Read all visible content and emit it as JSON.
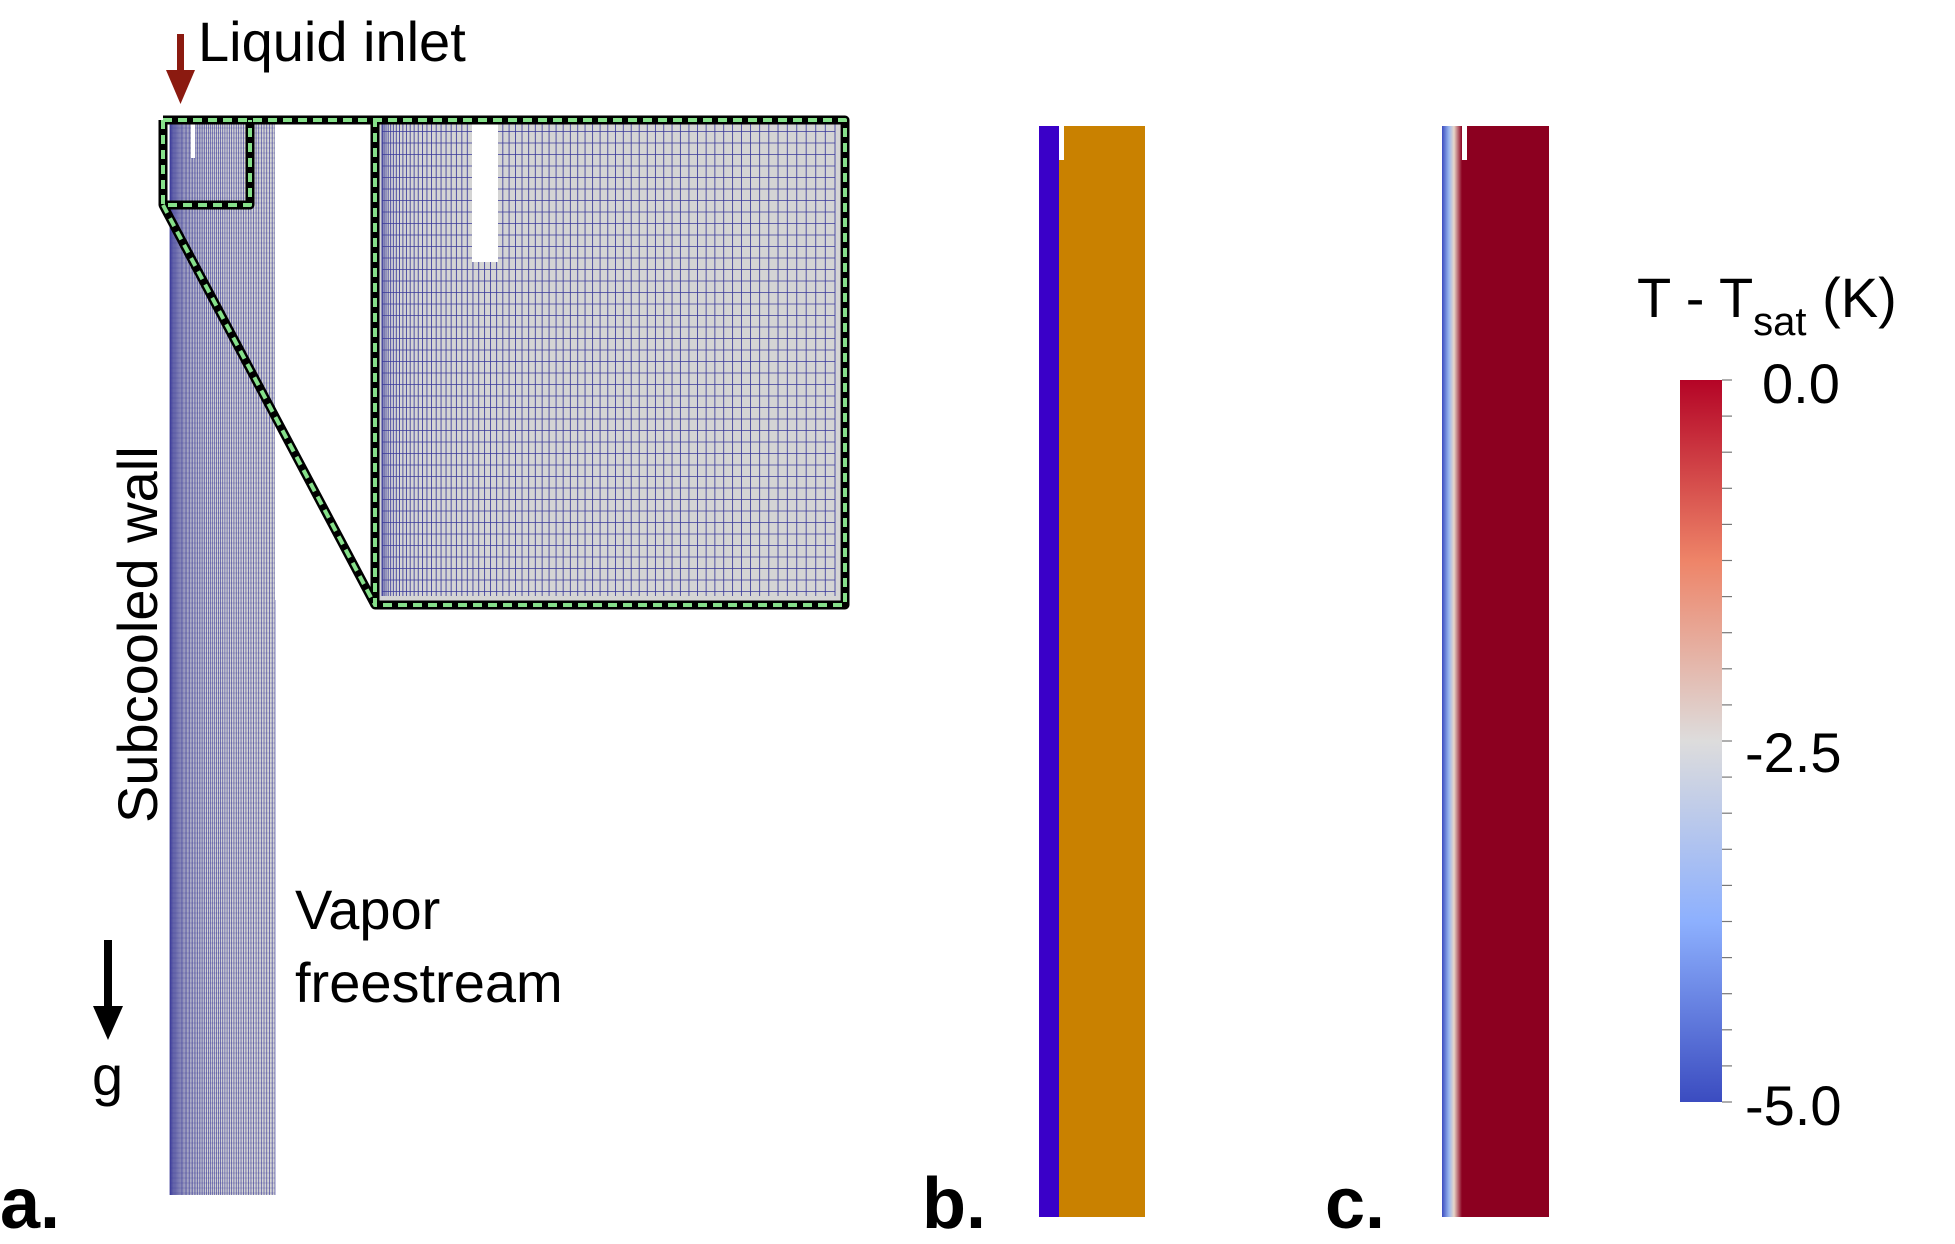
{
  "panel_a": {
    "letter": "a.",
    "inlet_label": "Liquid inlet",
    "wall_label": "Subcooled wall",
    "vapor_label_line1": "Vapor",
    "vapor_label_line2": "freestream",
    "gravity_label": "g"
  },
  "panel_b": {
    "letter": "b."
  },
  "panel_c": {
    "letter": "c."
  },
  "colorbar": {
    "title_main": "T - T",
    "title_sub": "sat",
    "title_unit": "(K)",
    "tick_top": "0.0",
    "tick_mid": "-2.5",
    "tick_bottom": "-5.0"
  },
  "colors": {
    "mesh_line": "#3a3a9a",
    "mesh_bg": "#d4d4d4",
    "zoom_outline": "#000000",
    "zoom_dash": "#86e08a",
    "inlet_arrow": "#8b1a10",
    "liquid_phase": "#3a00c8",
    "vapor_phase": "#c98100",
    "temp_hot": "#8c0020",
    "temp_cold": "#3b4cc0"
  }
}
